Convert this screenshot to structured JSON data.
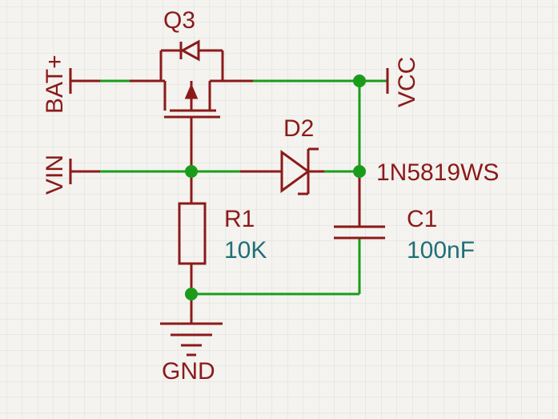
{
  "colors": {
    "background": "#f4f3ef",
    "grid": "#dcdcd8",
    "wire": "#1a9c1a",
    "junction": "#1a9c1a",
    "component": "#8b1a1a",
    "designator_text": "#8b1a1a",
    "value_text": "#1f6f78"
  },
  "components": {
    "q3": {
      "designator": "Q3",
      "symbol": "p-channel-mosfet-with-body-diode"
    },
    "d2": {
      "designator": "D2",
      "value": "1N5819WS",
      "symbol": "schottky-diode"
    },
    "r1": {
      "designator": "R1",
      "value": "10K",
      "symbol": "resistor"
    },
    "c1": {
      "designator": "C1",
      "value": "100nF",
      "symbol": "capacitor"
    }
  },
  "nets": {
    "bat_plus": "BAT+",
    "vcc": "VCC",
    "vin": "VIN",
    "gnd": "GND"
  }
}
